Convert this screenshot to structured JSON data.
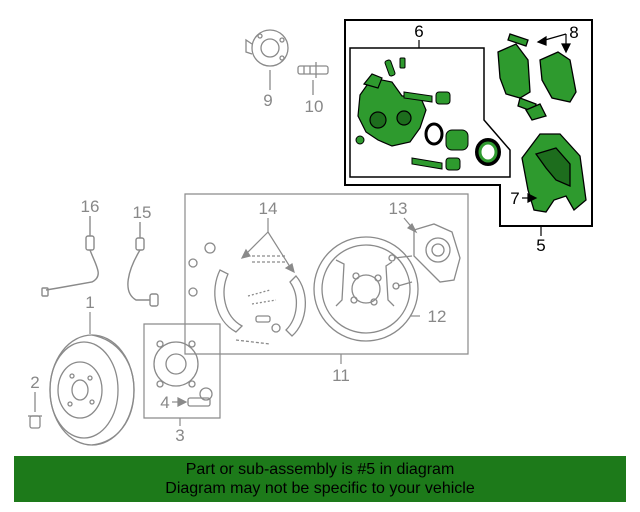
{
  "diagram": {
    "labels": {
      "p1": "1",
      "p2": "2",
      "p3": "3",
      "p4": "4",
      "p5": "5",
      "p6": "6",
      "p7": "7",
      "p8": "8",
      "p9": "9",
      "p10": "10",
      "p11": "11",
      "p12": "12",
      "p13": "13",
      "p14": "14",
      "p15": "15",
      "p16": "16"
    },
    "colors": {
      "highlight_fill": "#2e9a2e",
      "line_gray": "#8a8a8a",
      "label_gray": "#888888",
      "banner_bg": "#1d7a1a"
    }
  },
  "banner": {
    "line1": "Part or sub-assembly is #5 in diagram",
    "line2": "Diagram may not be specific to your vehicle"
  }
}
